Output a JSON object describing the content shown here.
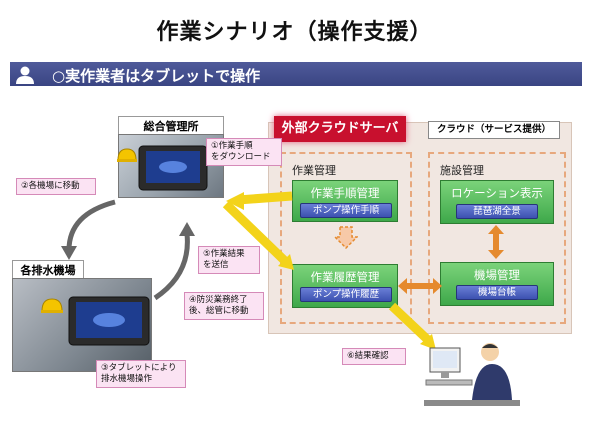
{
  "title": "作業シナリオ（操作支援）",
  "banner": "○実作業者はタブレットで操作",
  "sites": {
    "hq": "総合管理所",
    "pump_station": "各排水機場"
  },
  "cloud": {
    "server_title": "外部クラウドサーバ",
    "service_label": "クラウド（サービス提供）",
    "work_mgmt_label": "作業管理",
    "facility_mgmt_label": "施設管理",
    "procedure_mgmt": {
      "title": "作業手順管理",
      "button": "ポンプ操作手順"
    },
    "history_mgmt": {
      "title": "作業履歴管理",
      "button": "ポンプ操作履歴"
    },
    "location": {
      "title": "ロケーション表示",
      "button": "琵琶湖全景"
    },
    "station_mgmt": {
      "title": "機場管理",
      "button": "機場台帳"
    }
  },
  "steps": {
    "s1": "①作業手順\nをダウンロード",
    "s2": "②各機場に移動",
    "s3": "③タブレットにより\n排水機場操作",
    "s4": "④防災業務終了\n後、総管に移動",
    "s5": "⑤作業結果\nを送信",
    "s6": "⑥結果確認"
  },
  "colors": {
    "banner": "#3f4a88",
    "server_title_bg": "#c8102e",
    "green": "#3ea84a",
    "blue_button": "#3c51b0",
    "yellow_arrow": "#f3d31a",
    "orange_arrow": "#e58a2e"
  }
}
